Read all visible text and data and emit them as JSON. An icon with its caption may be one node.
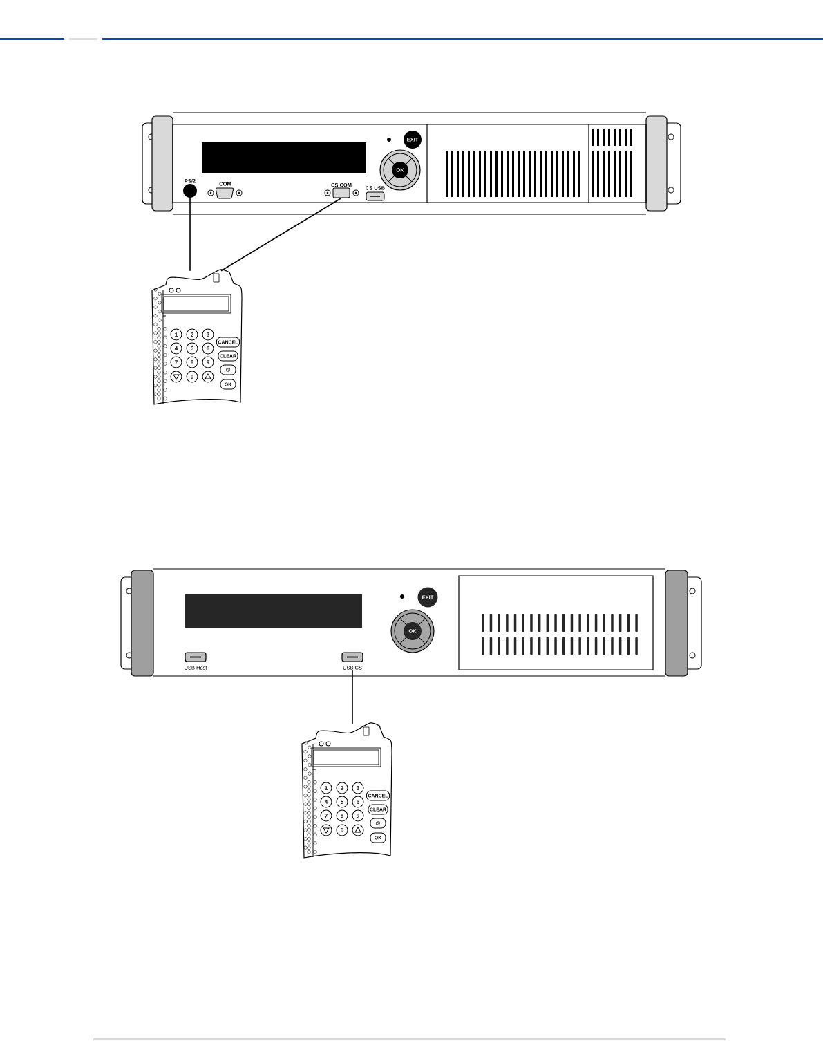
{
  "diagram": {
    "nodes": [
      {
        "text": [
          "PS/2"
        ]
      },
      {
        "text": [
          "CS COM"
        ]
      },
      {
        "text": [],
        "shape": "picture"
      },
      {
        "text": [
          "USB CS"
        ]
      },
      {
        "text": [],
        "shape": "picture"
      }
    ],
    "edges": [
      {
        "from": 0,
        "to": 2,
        "arrow": "none"
      },
      {
        "from": 1,
        "to": 2,
        "arrow": "none"
      },
      {
        "from": 3,
        "to": 4,
        "arrow": "none"
      }
    ],
    "labels": [
      "EXIT",
      "OK",
      "COM",
      "CS USB",
      "1",
      "2",
      "3",
      "CANCEL",
      "4",
      "5",
      "6",
      "CLEAR",
      "7",
      "8",
      "9",
      "@",
      "0",
      "OK",
      "EXIT",
      "OK",
      "USB Host",
      "1",
      "2",
      "3",
      "CANCEL",
      "4",
      "5",
      "6",
      "CLEAR",
      "7",
      "8",
      "9",
      "@",
      "0",
      "OK"
    ]
  }
}
